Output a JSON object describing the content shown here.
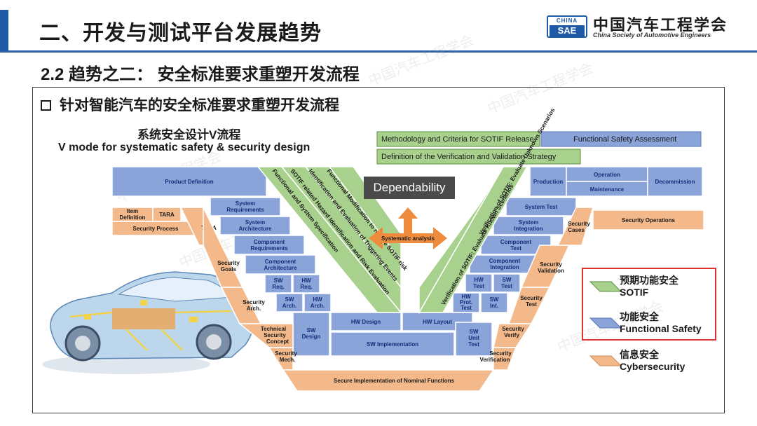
{
  "header": {
    "title": "二、开发与测试平台发展趋势",
    "logo_badge_top": "CHINA",
    "logo_badge_bottom": "SAE",
    "logo_cn": "中国汽车工程学会",
    "logo_en": "China Society of Automotive Engineers",
    "accent_color": "#1f5aa6"
  },
  "subtitle": "2.2 趋势之二： 安全标准要求重塑开发流程",
  "section_heading": "针对智能汽车的安全标准要求重塑开发流程",
  "watermark": "中国汽车工程学会",
  "diagram": {
    "title_cn": "系统安全设计V流程",
    "title_en": "V mode for systematic safety & security design",
    "center_label": "Dependability",
    "arrow_label": "Systematic analysis",
    "top_bars": {
      "sotif_release": "Methodology and Criteria for SOTIF Release",
      "fs_assessment": "Functional Safety Assessment",
      "vv_strategy": "Definition of the Verification and Validation Strategy"
    },
    "blue_blocks": {
      "product_definition": "Product Definition",
      "system_requirements": [
        "System",
        "Requirements"
      ],
      "system_architecture": [
        "System",
        "Architecture"
      ],
      "component_requirements": [
        "Component",
        "Requirements"
      ],
      "component_architecture": [
        "Component",
        "Architecture"
      ],
      "sw_req": [
        "SW",
        "Req."
      ],
      "hw_req": [
        "HW",
        "Req."
      ],
      "sw_arch": [
        "SW",
        "Arch."
      ],
      "hw_arch": [
        "HW",
        "Arch."
      ],
      "sw_design": [
        "SW",
        "Design"
      ],
      "hw_design": "HW Design",
      "hw_layout": "HW Layout",
      "sw_implementation": "SW Implementation",
      "sw_unit_test": [
        "SW",
        "Unit",
        "Test"
      ],
      "hw_prot_test": [
        "HW",
        "Prot.",
        "Test"
      ],
      "sw_int": [
        "SW",
        "Int."
      ],
      "hw_test": [
        "HW",
        "Test"
      ],
      "sw_test": [
        "SW",
        "Test"
      ],
      "component_integration": [
        "Component",
        "Integration"
      ],
      "component_test": [
        "Component",
        "Test"
      ],
      "system_integration": [
        "System",
        "Integration"
      ],
      "system_test": "System Test",
      "production": "Production",
      "operation": "Operation",
      "maintenance": "Maintenance",
      "decommission": "Decommission"
    },
    "orange_blocks": {
      "item_definition": [
        "Item",
        "Definition"
      ],
      "tara_top": "TARA",
      "security_process": "Security Process",
      "tara_side": "TARA",
      "security_goals": [
        "Security",
        "Goals"
      ],
      "security_arch": [
        "Security",
        "Arch."
      ],
      "technical_security_concept": [
        "Technical",
        "Security",
        "Concept"
      ],
      "security_mech": [
        "Security",
        "Mech."
      ],
      "secure_implementation": "Secure Implementation of Nominal Functions",
      "security_verification": [
        "Security",
        "Verification"
      ],
      "security_verify": [
        "Security",
        "Verify"
      ],
      "security_test": [
        "Security",
        "Test"
      ],
      "security_validation": [
        "Security",
        "Validation"
      ],
      "security_cases": [
        "Security",
        "Cases"
      ],
      "security_operations": "Security Operations"
    },
    "green_strips_left": [
      "Functional Modification to reduce SOTIF risk",
      "Identification and Evaluation of Triggering Events",
      "SOTIF related Hazard Identification and Risk Evaluation",
      "Functional and System Specification"
    ],
    "green_strips_right": [
      "Verification of SOTIF: Evaluate Unknown Scenarios",
      "Verification of SOTIF: Evaluate Known Scenarios"
    ]
  },
  "legend": [
    {
      "cn": "预期功能安全",
      "en": "SOTIF",
      "color": "#a9d18e"
    },
    {
      "cn": "功能安全",
      "en": "Functional Safety",
      "color": "#8aa3d9"
    },
    {
      "cn": "信息安全",
      "en": "Cybersecurity",
      "color": "#f3b98a"
    }
  ],
  "colors": {
    "blue_block": "#8aa3d9",
    "orange_block": "#f3b98a",
    "green_block": "#a9d18e",
    "legend_border": "#e0322e"
  }
}
